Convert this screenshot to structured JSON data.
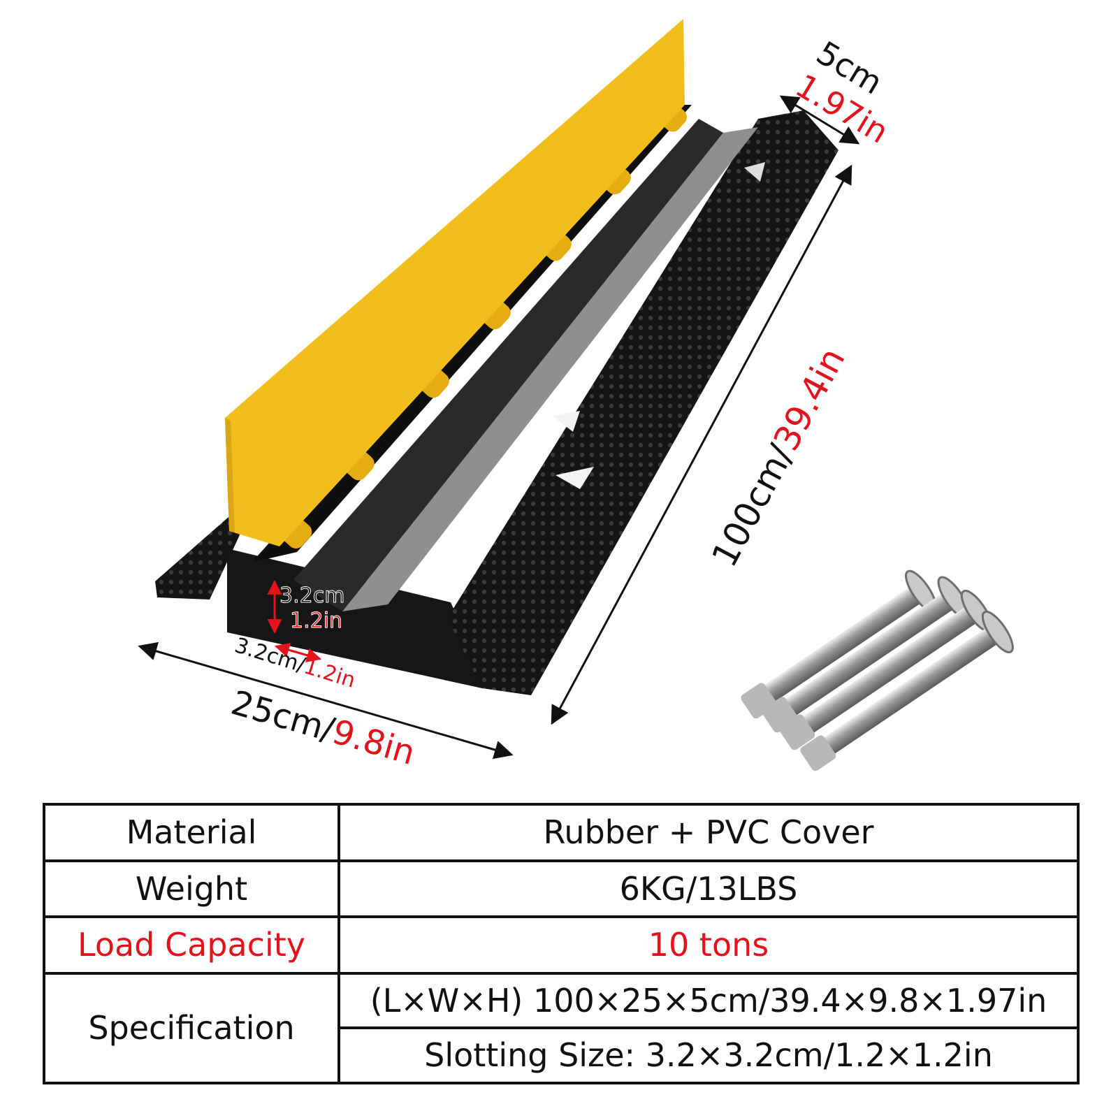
{
  "colors": {
    "accent_red": "#e3121b",
    "cover_yellow": "#f2be1c",
    "rubber_black": "#141414",
    "text_dark": "#111111"
  },
  "icons": {
    "product": "cable-protector-ramp-illustration",
    "hardware": "expansion-bolts-illustration"
  },
  "dimensions": {
    "depth_cm": "5cm",
    "depth_in": "1.97in",
    "length_cm": "100cm/",
    "length_in": "39.4in",
    "width_cm": "25cm/",
    "width_in": "9.8in",
    "slot_height_cm": "3.2cm",
    "slot_height_in": "1.2in",
    "slot_width_cm": "3.2cm/",
    "slot_width_in": "1.2in"
  },
  "specs": {
    "material_label": "Material",
    "material_value": "Rubber + PVC Cover",
    "weight_label": "Weight",
    "weight_value": "6KG/13LBS",
    "load_label": "Load Capacity",
    "load_value": "10 tons",
    "spec_label": "Specification",
    "spec_value_1": "(L×W×H) 100×25×5cm/39.4×9.8×1.97in",
    "spec_value_2": "Slotting Size: 3.2×3.2cm/1.2×1.2in"
  }
}
